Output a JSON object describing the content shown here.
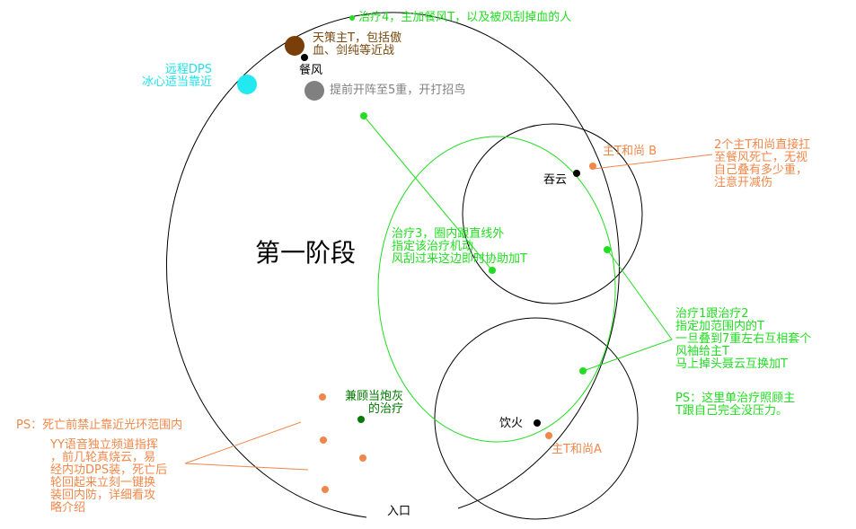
{
  "diagram": {
    "title": "第一阶段",
    "colors": {
      "healer": "#22dd22",
      "healer_dark": "#007a00",
      "tank": "#f0874a",
      "main_tank_tiance": "#7a3e08",
      "ranged_dps": "#22e8f0",
      "boss_grey": "#808080",
      "boss_black": "#000000",
      "ring": "#000000"
    },
    "labels": {
      "healer4": "治疗4，主加餐风T，以及被风刮掉血的人",
      "tiance_tank": "天策主T，包括傲\n血、剑纯等近战",
      "boss_canfeng": "餐风",
      "ranged_dps": "远程DPS\n冰心适当靠近",
      "grey_note": "提前开阵至5重，开打招鸟",
      "boss_tunyun": "吞云",
      "tank_b": "主T和尚 B",
      "tank_b_note": "2个主T和尚直接扛\n至餐风死亡，无视\n自己叠有多少重，\n注意开减伤",
      "healer3": "治疗3，圈内跟直线外\n指定该治疗机动\n风刮过来这边即时协助加T",
      "healer12": "治疗1跟治疗2\n指定加范围内的T\n一旦叠到7重左右互相套个\n风袖给主T\n马上掉头聂云互换加T",
      "healer12_ps": "PS：这里单治疗照顾主\nT跟自己完全没压力。",
      "fodder_healer": "兼顾当炮灰\n的治疗",
      "boss_yinhuo": "饮火",
      "tank_a": "主T和尚A",
      "ps_death": "PS：死亡前禁止靠近光环范围内",
      "yy_note": "YY语音独立频道指挥\n，前几轮真烧云，易\n经内功DPS装，死亡后\n轮回起来立刻一键换\n装回内防，详细看攻\n略介绍",
      "entrance": "入口"
    }
  }
}
